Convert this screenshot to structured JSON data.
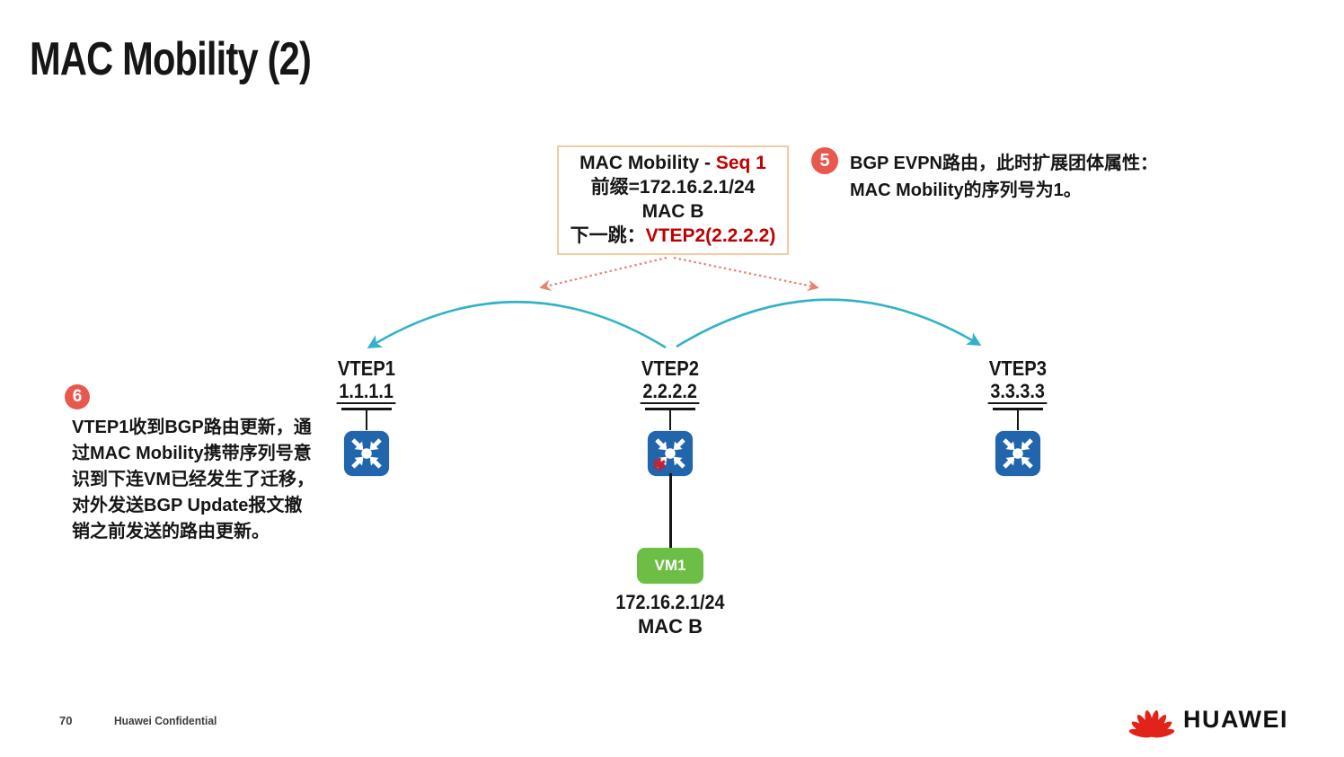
{
  "slide": {
    "title": "MAC Mobility (2)",
    "page_number": "70",
    "confidential": "Huawei Confidential",
    "brand": "HUAWEI"
  },
  "info_box": {
    "line1_prefix": "MAC Mobility - ",
    "line1_seq": "Seq 1",
    "line2": "前缀=172.16.2.1/24",
    "line3": "MAC B",
    "line4_label": "下一跳：",
    "line4_value": "VTEP2(2.2.2.2)"
  },
  "note5": {
    "badge": "5",
    "lines": [
      "BGP EVPN路由，此时扩展团体属性：",
      "MAC Mobility的序列号为1。"
    ]
  },
  "note6": {
    "badge": "6",
    "lines": [
      "VTEP1收到BGP路由更新，通",
      "过MAC Mobility携带序列号意",
      "识到下连VM已经发生了迁移，",
      "对外发送BGP Update报文撤",
      "销之前发送的路由更新。"
    ]
  },
  "vteps": [
    {
      "name": "VTEP1",
      "ip": "1.1.1.1"
    },
    {
      "name": "VTEP2",
      "ip": "2.2.2.2"
    },
    {
      "name": "VTEP3",
      "ip": "3.3.3.3"
    }
  ],
  "vm": {
    "label": "VM1",
    "ip": "172.16.2.1/24",
    "mac": "MAC B"
  },
  "colors": {
    "switch-blue": "#2166ac",
    "vm-green": "#6cbe45",
    "badge-red": "#e8584e",
    "arrow-cyan": "#31b2c8",
    "arrow-salmon": "#e8816f",
    "box-border": "#f2c9a0",
    "highlight-red": "#c00000"
  }
}
